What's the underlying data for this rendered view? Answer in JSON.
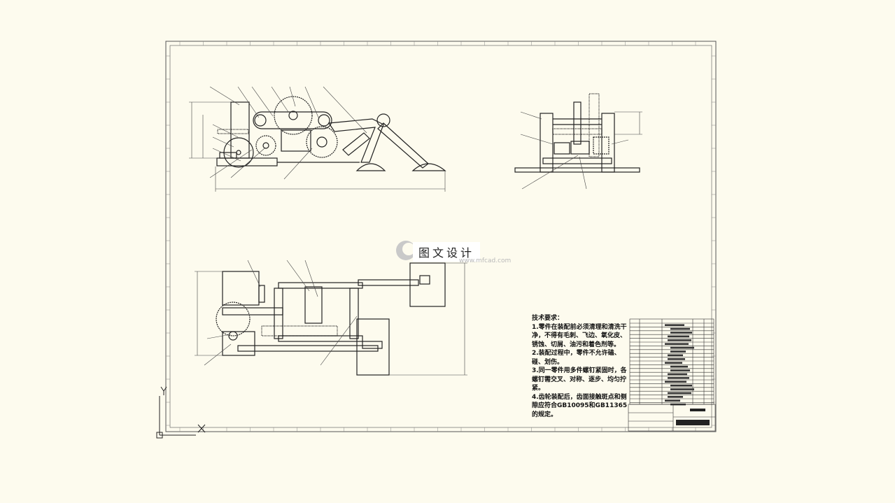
{
  "drawing": {
    "watermark_badge": "图文设计",
    "watermark_url": "www.mfcad.com",
    "notes_title": "技术要求：",
    "notes": [
      "1.零件在装配前必须清理和清洗干净，不得有毛刺、飞边、氧化皮、锈蚀、切屑、油污和着色剂等。",
      "2.装配过程中，零件不允许磕、碰、划伤。",
      "3.同一零件用多件螺钉紧固时，各螺钉需交叉、对称、逐步、均匀拧紧。",
      "4.齿轮装配后，齿面接触斑点和侧隙应符合GB10095和GB11365的规定。"
    ],
    "ucs_y": "Y",
    "colors": {
      "paper": "#fdfbee",
      "line": "#222222",
      "grid": "#bbbbbb"
    }
  }
}
